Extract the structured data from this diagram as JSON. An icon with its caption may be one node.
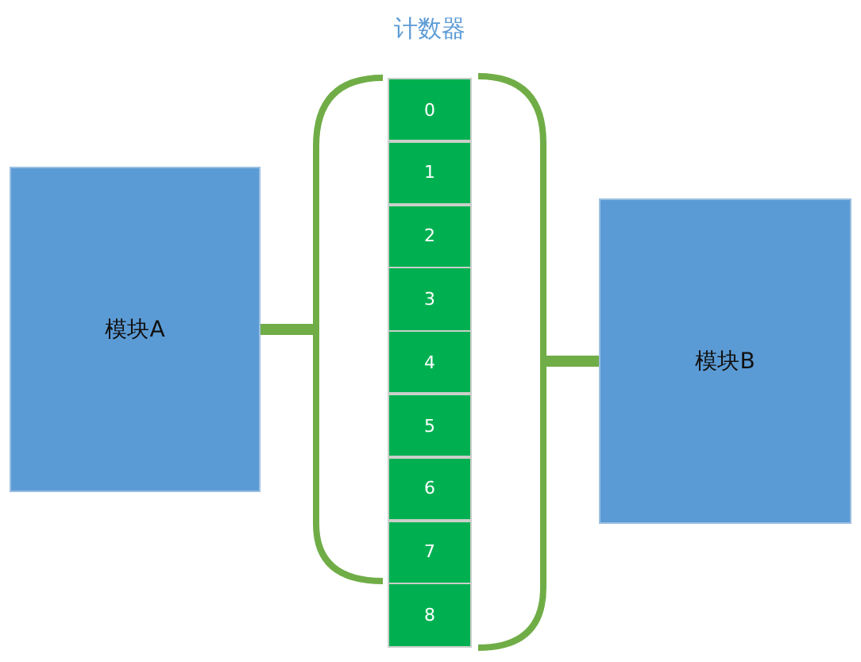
{
  "diagram": {
    "nodes": [
      {
        "text": [
          "模块A"
        ]
      },
      {
        "text": [
          "计数器"
        ]
      },
      {
        "text": [
          "0"
        ],
        "in": 1
      },
      {
        "text": [
          "1"
        ],
        "in": 1
      },
      {
        "text": [
          "2"
        ],
        "in": 1
      },
      {
        "text": [
          "3"
        ],
        "in": 1
      },
      {
        "text": [
          "4"
        ],
        "in": 1
      },
      {
        "text": [
          "5"
        ],
        "in": 1
      },
      {
        "text": [
          "6"
        ],
        "in": 1
      },
      {
        "text": [
          "7"
        ],
        "in": 1
      },
      {
        "text": [
          "8"
        ],
        "in": 1
      },
      {
        "text": [
          "模块B"
        ]
      }
    ],
    "edges": [
      {
        "from": 0,
        "to": 1,
        "arrow": "none"
      },
      {
        "from": 1,
        "to": 11,
        "arrow": "none"
      }
    ]
  }
}
